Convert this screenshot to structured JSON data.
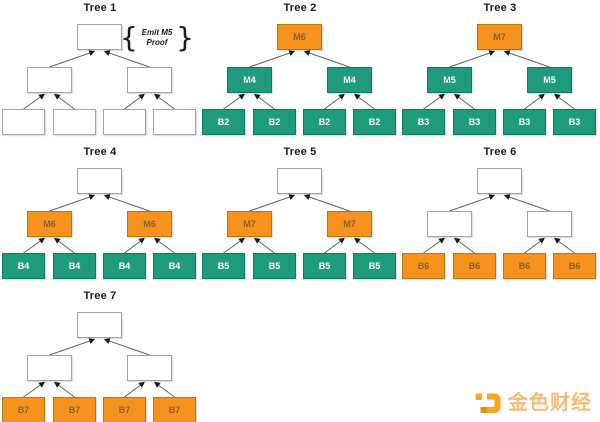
{
  "diagram": {
    "background": "#ffffff",
    "colors": {
      "teal_fill": "#1E9A7D",
      "teal_border": "#0F7A62",
      "teal_text": "#FFFFFF",
      "orange_fill": "#F5931E",
      "orange_border": "#BC7411",
      "orange_text": "#8A5E22",
      "empty_fill": "#FFFFFF",
      "empty_border": "#A3A3A3",
      "empty_text": "#333333",
      "edge_line": "#616161",
      "arrowhead": "#1A1A1A",
      "title_text": "#1A1A1A",
      "annotation_text": "#1A1A1A"
    },
    "trees": [
      {
        "title": "Tree 1",
        "row": 0,
        "col": 0,
        "annotation": {
          "left_brace": "{",
          "line1": "Emit M5",
          "line2": "Proof",
          "right_brace": "}"
        },
        "root": {
          "label": "",
          "style": "empty"
        },
        "mids": [
          {
            "label": "",
            "style": "empty"
          },
          {
            "label": "",
            "style": "empty"
          }
        ],
        "leaves": [
          {
            "label": "",
            "style": "empty"
          },
          {
            "label": "",
            "style": "empty"
          },
          {
            "label": "",
            "style": "empty"
          },
          {
            "label": "",
            "style": "empty"
          }
        ]
      },
      {
        "title": "Tree 2",
        "row": 0,
        "col": 1,
        "root": {
          "label": "M6",
          "style": "orange"
        },
        "mids": [
          {
            "label": "M4",
            "style": "teal"
          },
          {
            "label": "M4",
            "style": "teal"
          }
        ],
        "leaves": [
          {
            "label": "B2",
            "style": "teal"
          },
          {
            "label": "B2",
            "style": "teal"
          },
          {
            "label": "B2",
            "style": "teal"
          },
          {
            "label": "B2",
            "style": "teal"
          }
        ]
      },
      {
        "title": "Tree 3",
        "row": 0,
        "col": 2,
        "root": {
          "label": "M7",
          "style": "orange"
        },
        "mids": [
          {
            "label": "M5",
            "style": "teal"
          },
          {
            "label": "M5",
            "style": "teal"
          }
        ],
        "leaves": [
          {
            "label": "B3",
            "style": "teal"
          },
          {
            "label": "B3",
            "style": "teal"
          },
          {
            "label": "B3",
            "style": "teal"
          },
          {
            "label": "B3",
            "style": "teal"
          }
        ]
      },
      {
        "title": "Tree 4",
        "row": 1,
        "col": 0,
        "root": {
          "label": "",
          "style": "empty"
        },
        "mids": [
          {
            "label": "M6",
            "style": "orange"
          },
          {
            "label": "M6",
            "style": "orange"
          }
        ],
        "leaves": [
          {
            "label": "B4",
            "style": "teal"
          },
          {
            "label": "B4",
            "style": "teal"
          },
          {
            "label": "B4",
            "style": "teal"
          },
          {
            "label": "B4",
            "style": "teal"
          }
        ]
      },
      {
        "title": "Tree 5",
        "row": 1,
        "col": 1,
        "root": {
          "label": "",
          "style": "empty"
        },
        "mids": [
          {
            "label": "M7",
            "style": "orange"
          },
          {
            "label": "M7",
            "style": "orange"
          }
        ],
        "leaves": [
          {
            "label": "B5",
            "style": "teal"
          },
          {
            "label": "B5",
            "style": "teal"
          },
          {
            "label": "B5",
            "style": "teal"
          },
          {
            "label": "B5",
            "style": "teal"
          }
        ]
      },
      {
        "title": "Tree 6",
        "row": 1,
        "col": 2,
        "root": {
          "label": "",
          "style": "empty"
        },
        "mids": [
          {
            "label": "",
            "style": "empty"
          },
          {
            "label": "",
            "style": "empty"
          }
        ],
        "leaves": [
          {
            "label": "B6",
            "style": "orange"
          },
          {
            "label": "B6",
            "style": "orange"
          },
          {
            "label": "B6",
            "style": "orange"
          },
          {
            "label": "B6",
            "style": "orange"
          }
        ]
      },
      {
        "title": "Tree 7",
        "row": 2,
        "col": 0,
        "root": {
          "label": "",
          "style": "empty"
        },
        "mids": [
          {
            "label": "",
            "style": "empty"
          },
          {
            "label": "",
            "style": "empty"
          }
        ],
        "leaves": [
          {
            "label": "B7",
            "style": "orange"
          },
          {
            "label": "B7",
            "style": "orange"
          },
          {
            "label": "B7",
            "style": "orange"
          },
          {
            "label": "B7",
            "style": "orange"
          }
        ]
      }
    ],
    "watermark": {
      "text": "金色财经",
      "text_color": "#F4BC74",
      "icon_color": "#F7A71F",
      "icon_dark_color": "#DE8F13"
    }
  }
}
